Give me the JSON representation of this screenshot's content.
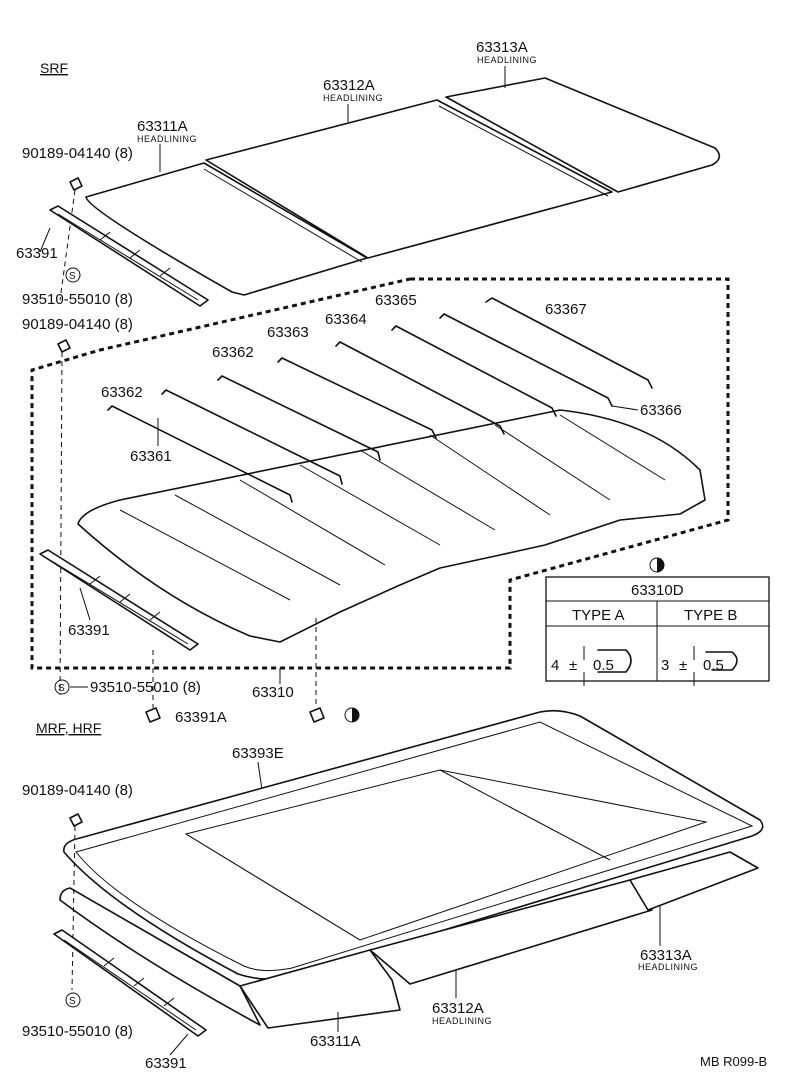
{
  "sections": {
    "srf": "SRF",
    "mrf_hrf": "MRF, HRF"
  },
  "parts": {
    "p63313A_top": "63313A",
    "p63312A_top": "63312A",
    "p63311A_top": "63311A",
    "headlining": "HEADLINING",
    "p90189_1": "90189-04140 (8)",
    "p63391_1": "63391",
    "p93510_1": "93510-55010 (8)",
    "p90189_2": "90189-04140 (8)",
    "p63362_a": "63362",
    "p63362_b": "63362",
    "p63363": "63363",
    "p63364": "63364",
    "p63365": "63365",
    "p63367": "63367",
    "p63366": "63366",
    "p63361": "63361",
    "p63391_2": "63391",
    "p93510_2": "93510-55010 (8)",
    "p63310": "63310",
    "p63391A": "63391A",
    "p63393E": "63393E",
    "p90189_3": "90189-04140 (8)",
    "p63313A_bot": "63313A",
    "p63312A_bot": "63312A",
    "p63311A_bot": "63311A",
    "p93510_3": "93510-55010 (8)",
    "p63391_3": "63391"
  },
  "spec_table": {
    "title": "63310D",
    "col_a": "TYPE A",
    "col_b": "TYPE B",
    "a_value": "4",
    "b_value": "3",
    "tolerance": "0.5",
    "pm": "±"
  },
  "ref_code": "MB R099-B",
  "fastener_letter": "S"
}
